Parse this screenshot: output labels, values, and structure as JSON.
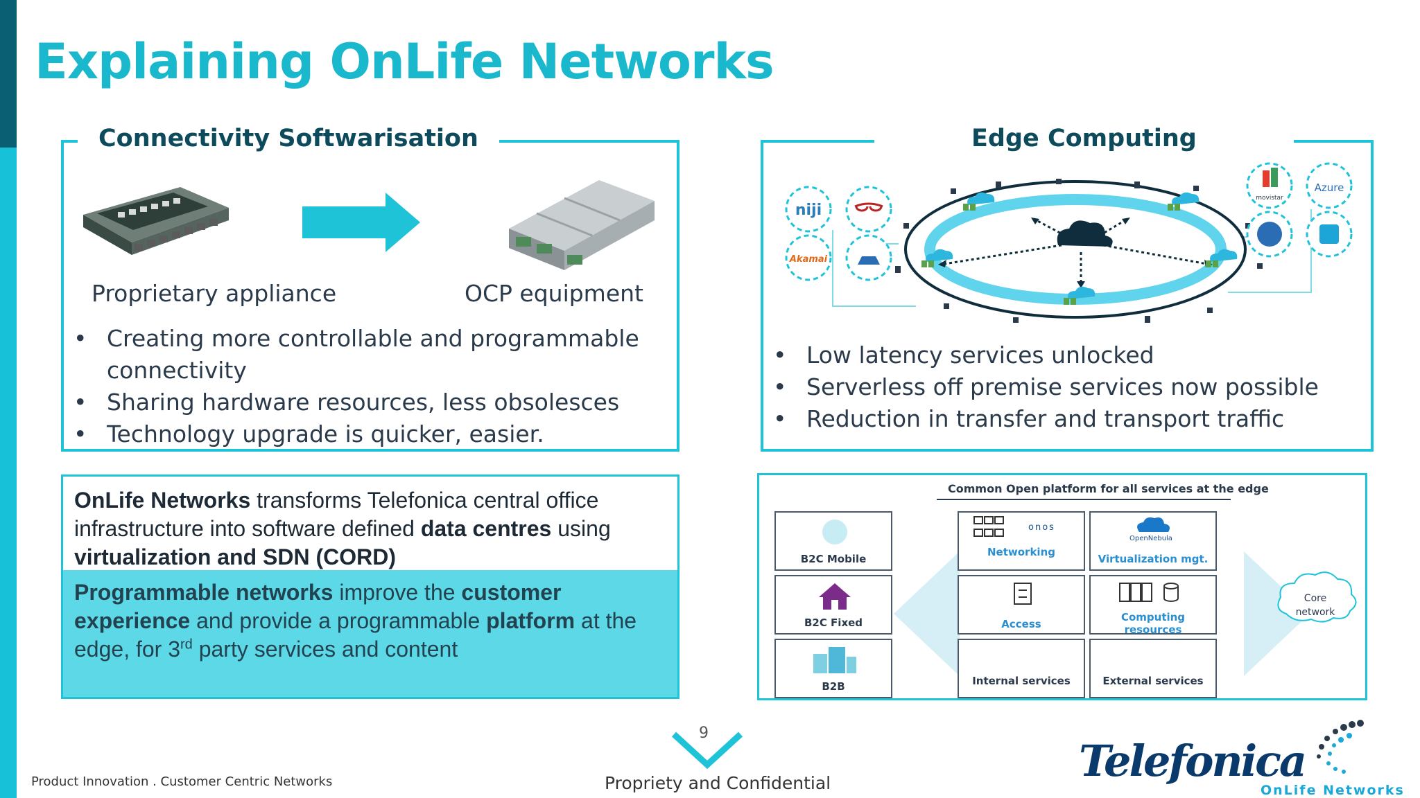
{
  "title": "Explaining OnLife Networks",
  "connectivity": {
    "heading": "Connectivity Softwarisation",
    "left_caption": "Proprietary appliance",
    "right_caption": "OCP equipment",
    "bullets": [
      "Creating more controllable and programmable connectivity",
      "Sharing hardware resources, less obsolesces",
      "Technology upgrade is quicker, easier."
    ]
  },
  "edge": {
    "heading": "Edge Computing",
    "bullets": [
      "Low latency services unlocked",
      "Serverless off premise services now possible",
      "Reduction in transfer and transport traffic"
    ],
    "service_logos": {
      "niji": "niji",
      "akamai": "Akamai",
      "movistar": "movistar",
      "azure": "Azure"
    }
  },
  "statement": {
    "p1": {
      "b1": "OnLife Networks",
      "t1": " transforms Telefonica central office infrastructure into software defined ",
      "b2": "data centres",
      "t2": " using ",
      "b3": "virtualization and SDN (CORD)"
    },
    "p2": {
      "b1": "Programmable networks",
      "t1": " improve the ",
      "b2": "customer experience",
      "t2": " and provide a programmable ",
      "b3": "platform",
      "t3": " at the edge",
      "t4": ", for 3",
      "sup": "rd",
      "t5": " party services and content"
    }
  },
  "platform": {
    "heading": "Common Open platform for all services at the edge",
    "clients": [
      "B2C Mobile",
      "B2C Fixed",
      "B2B"
    ],
    "services": [
      "Networking",
      "Virtualization mgt.",
      "Access",
      "Computing resources",
      "Internal services",
      "External services"
    ],
    "onos": "onos",
    "opennebula": "OpenNebula",
    "core": [
      "Core",
      "network"
    ]
  },
  "footer": {
    "left": "Product Innovation . Customer Centric Networks",
    "center": "Propriety and Confidential",
    "page": "9",
    "brand": "Telefonica",
    "onlife_brand": "OnLife Networks"
  },
  "colors": {
    "accent": "#1ec3d8",
    "title": "#1ab8cc",
    "dark_bar": "#0b5f73",
    "highlight": "#5dd8e6"
  }
}
